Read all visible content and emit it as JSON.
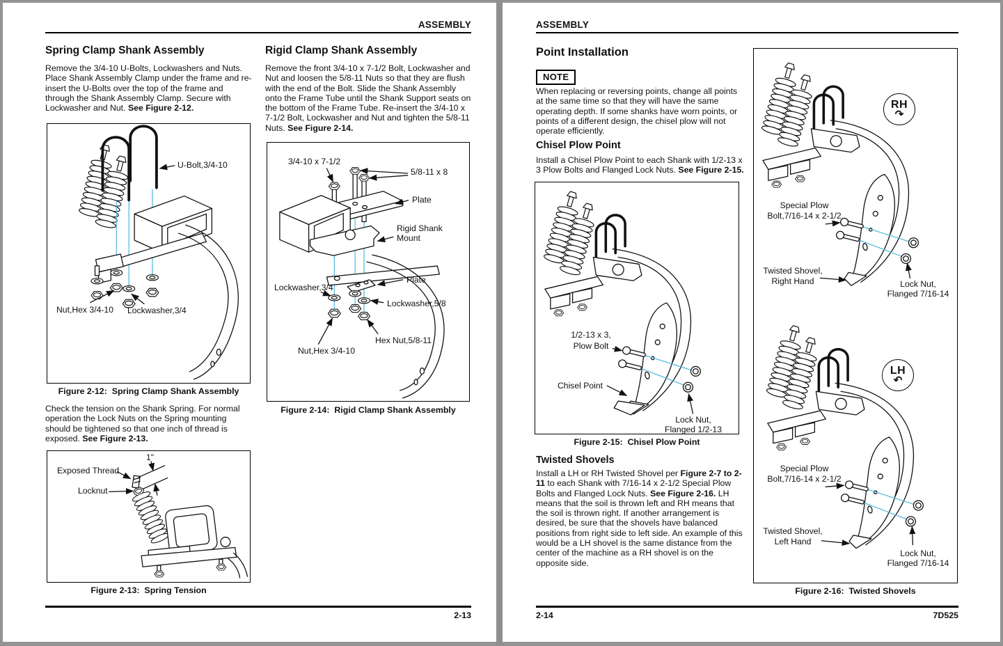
{
  "colors": {
    "callout_line": "#5bbcdf",
    "paper": "#ffffff",
    "desk": "#939393",
    "ink": "#111111"
  },
  "left_page": {
    "header": "ASSEMBLY",
    "footer_page_number": "2-13",
    "spring": {
      "title": "Spring Clamp Shank Assembly",
      "body": "Remove the 3/4-10 U-Bolts, Lockwashers and Nuts. Place Shank Assembly Clamp under the frame and re-insert the U-Bolts over the top of the frame and through the Shank Assembly Clamp. Secure with Lockwasher and Nut. ",
      "body_bold": "See Figure 2-12.",
      "tension_body": "Check the tension on the Shank Spring. For normal operation the Lock Nuts on the Spring mounting should be tightened so that one inch of thread is exposed. ",
      "tension_bold": "See Figure 2-13."
    },
    "fig12": {
      "caption": "Figure 2-12:  Spring Clamp Shank Assembly",
      "labels": {
        "u_bolt": "U-Bolt,3/4-10",
        "nut_hex": "Nut,Hex 3/4-10",
        "lockwasher": "Lockwasher,3/4"
      }
    },
    "fig13": {
      "caption": "Figure 2-13:  Spring Tension",
      "labels": {
        "exposed_thread": "Exposed Thread",
        "locknut": "Locknut",
        "one_inch": "1\""
      }
    },
    "rigid": {
      "title": "Rigid Clamp Shank Assembly",
      "body": "Remove the front 3/4-10 x 7-1/2 Bolt, Lockwasher and Nut and loosen the 5/8-11 Nuts so that they are flush with the end of the Bolt. Slide the Shank Assembly onto the Frame Tube until the Shank Support seats on the bottom of the Frame Tube. Re-insert the 3/4-10 x 7-1/2 Bolt, Lockwasher and Nut and tighten the 5/8-11 Nuts. ",
      "body_bold": "See Figure 2-14."
    },
    "fig14": {
      "caption": "Figure 2-14:  Rigid Clamp Shank Assembly",
      "labels": {
        "bolt_long": "3/4-10 x 7-1/2",
        "bolts_58": "5/8-11 x 8",
        "plate_top": "Plate",
        "mount_line1": "Rigid Shank",
        "mount_line2": "Mount",
        "plate_bottom": "Plate",
        "lockwasher_34": "Lockwasher,3/4",
        "lockwasher_58": "Lockwasher,5/8",
        "hex_nut_58": "Hex Nut,5/8-11",
        "nut_hex_34": "Nut,Hex 3/4-10"
      }
    }
  },
  "right_page": {
    "header": "ASSEMBLY",
    "footer_page_number": "2-14",
    "footer_doc_number": "7D525",
    "point": {
      "title": "Point Installation",
      "note_label": "NOTE",
      "note_body": "When replacing or reversing points, change all points at the same time so that they will have the same operating depth. If some shanks have worn points, or points of a different design, the chisel plow will not operate efficiently."
    },
    "chisel": {
      "title": "Chisel Plow Point",
      "body": "Install a Chisel Plow Point to each Shank with 1/2-13 x 3 Plow Bolts and Flanged Lock Nuts. ",
      "body_bold": "See Figure 2-15."
    },
    "fig15": {
      "caption": "Figure 2-15:  Chisel Plow Point",
      "labels": {
        "plow_bolt_line1": "1/2-13 x 3,",
        "plow_bolt_line2": "Plow Bolt",
        "chisel_point": "Chisel Point",
        "lock_nut_line1": "Lock Nut,",
        "lock_nut_line2": "Flanged 1/2-13"
      }
    },
    "twisted": {
      "title": "Twisted Shovels",
      "body_1": "Install a LH or RH Twisted Shovel per ",
      "body_bold_1": "Figure 2-7 to 2-11",
      "body_2": " to each Shank with 7/16-14 x 2-1/2 Special Plow Bolts and Flanged Lock Nuts. ",
      "body_bold_2": "See Figure 2-16.",
      "body_3": " LH means that the soil is thrown left and RH means that the soil is thrown right. If another arrangement is desired, be sure that the shovels have balanced positions from right side to left side. An example of this would be a LH shovel is the same distance from the center of the machine as a RH shovel is on the opposite side."
    },
    "fig16": {
      "caption": "Figure 2-16:  Twisted Shovels",
      "rh_badge": "RH",
      "lh_badge": "LH",
      "rh": {
        "special_bolt_line1": "Special Plow",
        "special_bolt_line2": "Bolt,7/16-14 x 2-1/2",
        "shovel_line1": "Twisted Shovel,",
        "shovel_line2": "Right Hand",
        "lock_nut_line1": "Lock Nut,",
        "lock_nut_line2": "Flanged 7/16-14"
      },
      "lh": {
        "special_bolt_line1": "Special Plow",
        "special_bolt_line2": "Bolt,7/16-14 x 2-1/2",
        "shovel_line1": "Twisted Shovel,",
        "shovel_line2": "Left Hand",
        "lock_nut_line1": "Lock Nut,",
        "lock_nut_line2": "Flanged 7/16-14"
      }
    }
  }
}
